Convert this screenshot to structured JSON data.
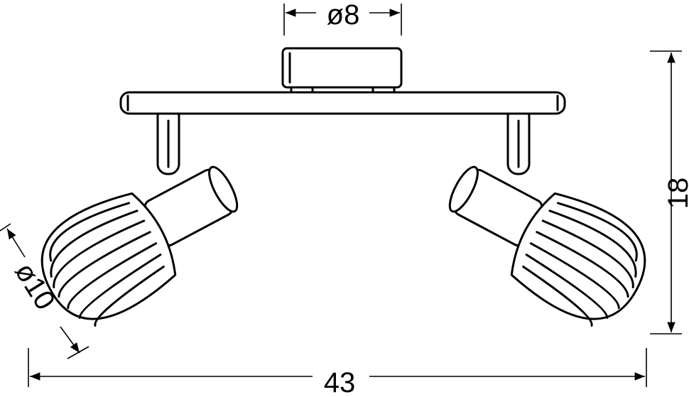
{
  "dimensions": {
    "canopy_diameter": "ø8",
    "height": "18",
    "shade_diameter": "ø10",
    "width": "43"
  },
  "colors": {
    "line": "#000000",
    "background": "#ffffff"
  }
}
